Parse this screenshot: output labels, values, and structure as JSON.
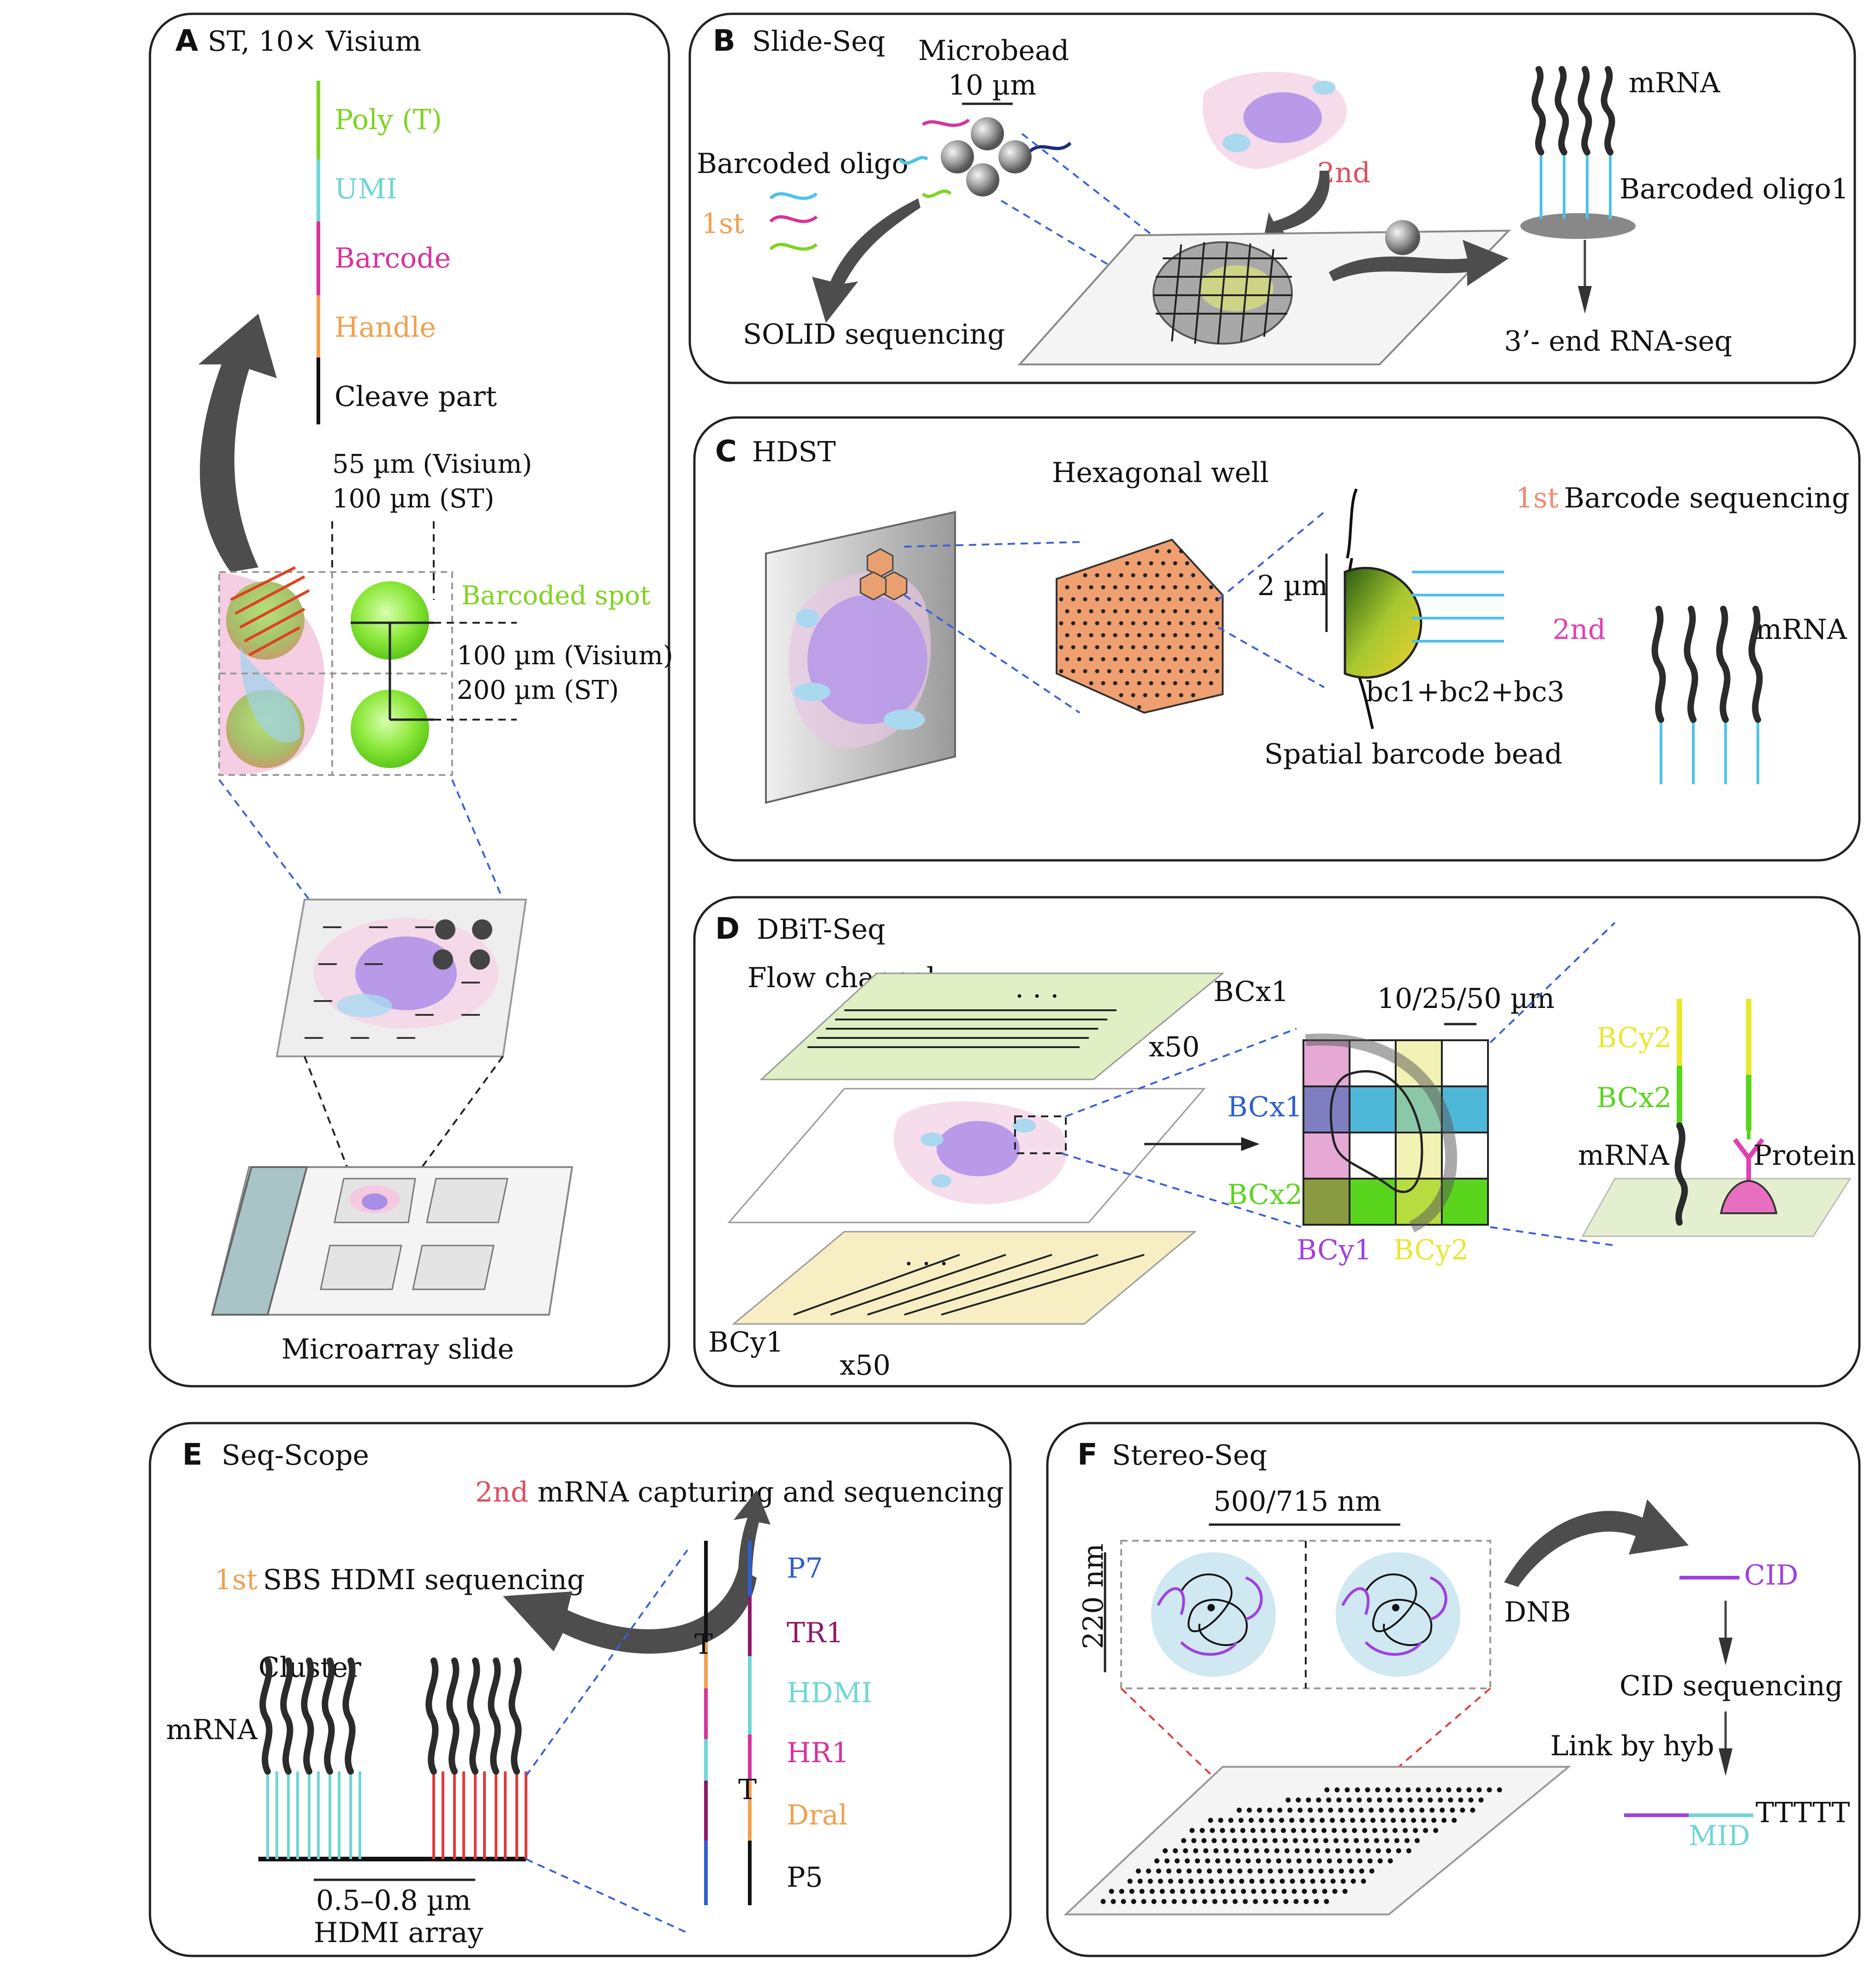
{
  "colors": {
    "polyT": "#7ed321",
    "umi": "#6fd6d6",
    "barcode": "#d6339c",
    "handle": "#f0a050",
    "cleave": "#111111",
    "first": "#f0a050",
    "second": "#e04e5e",
    "hdst_first": "#f08a70",
    "hdst_second": "#e040b0",
    "bc_blue": "#2d5fd0",
    "bc_green": "#5ad51e",
    "bc_purple": "#a040e0",
    "bc_yellow": "#e8e830",
    "p7": "#2d5fd0",
    "tr1": "#8b1a6b",
    "hdmi": "#6fd6d6",
    "hr1": "#d6339c",
    "dral": "#f0a050",
    "p5": "#111111",
    "cid": "#a040e0",
    "mid": "#6fd6d6"
  },
  "panelA": {
    "letter": "A",
    "title": "ST, 10× Visium",
    "legend": [
      "Poly (T)",
      "UMI",
      "Barcode",
      "Handle",
      "Cleave part"
    ],
    "size1": "55 µm (Visium)",
    "size2": "100 µm (ST)",
    "spot_label": "Barcoded spot",
    "dist1": "100 µm (Visium)",
    "dist2": "200 µm (ST)",
    "slide_label": "Microarray slide"
  },
  "panelB": {
    "letter": "B",
    "title": "Slide-Seq",
    "microbead": "Microbead",
    "scale": "10 µm",
    "oligo": "Barcoded oligo",
    "first": "1st",
    "second": "2nd",
    "solid": "SOLID sequencing",
    "mrna": "mRNA",
    "oligo1": "Barcoded oligo1",
    "rnaseq": "3’- end RNA-seq"
  },
  "panelC": {
    "letter": "C",
    "title": "HDST",
    "hex": "Hexagonal well",
    "first": "1st",
    "barcode_seq": "Barcode sequencing",
    "size": "2 µm",
    "second": "2nd",
    "mrna": "mRNA",
    "bc": "bc1+bc2+bc3",
    "bead": "Spatial barcode bead"
  },
  "panelD": {
    "letter": "D",
    "title": "DBiT-Seq",
    "flow": "Flow channel",
    "bcx1_top": "BCx1",
    "x50_top": "x50",
    "size": "10/25/50 µm",
    "bcx1": "BCx1",
    "bcx2": "BCx2",
    "bcy1": "BCy1",
    "bcy2": "BCy2",
    "leg_bcy2": "BCy2",
    "leg_bcx2": "BCx2",
    "mrna": "mRNA",
    "protein": "Protein",
    "bcy1_bottom": "BCy1",
    "x50_bottom": "x50",
    "dots": "· · ·"
  },
  "panelE": {
    "letter": "E",
    "title": "Seq-Scope",
    "second": "2nd",
    "second_text": "mRNA capturing and sequencing",
    "first": "1st",
    "first_text": "SBS  HDMI sequencing",
    "cluster": "Cluster",
    "mrna": "mRNA",
    "scale": "0.5–0.8 µm",
    "array": "HDMI array",
    "t": "T",
    "legend": [
      "P7",
      "TR1",
      "HDMI",
      "HR1",
      "Dral",
      "P5"
    ]
  },
  "panelF": {
    "letter": "F",
    "title": "Stereo-Seq",
    "scale": "500/715 nm",
    "vscale": "220 nm",
    "dnb": "DNB",
    "cid": "CID",
    "cid_seq": "CID sequencing",
    "link": "Link by hyb",
    "mid": "MID",
    "ttttt": "TTTTT"
  }
}
